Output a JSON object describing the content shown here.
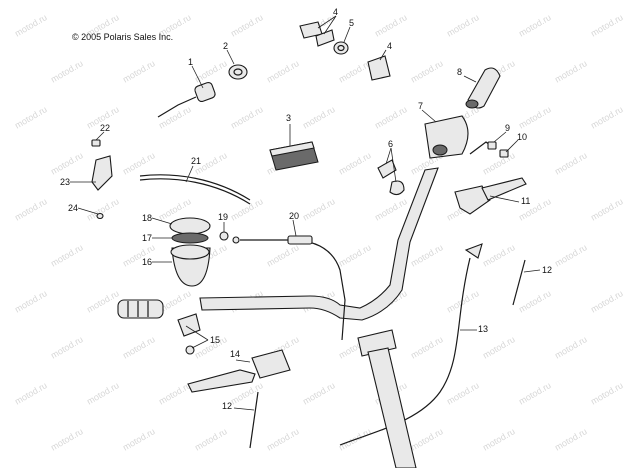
{
  "copyright": "© 2005 Polaris Sales Inc.",
  "watermark_text": "motod.ru",
  "parts": [
    {
      "id": "1",
      "label": "1"
    },
    {
      "id": "2",
      "label": "2"
    },
    {
      "id": "3",
      "label": "3"
    },
    {
      "id": "4a",
      "label": "4"
    },
    {
      "id": "4b",
      "label": "4"
    },
    {
      "id": "5",
      "label": "5"
    },
    {
      "id": "6",
      "label": "6"
    },
    {
      "id": "7",
      "label": "7"
    },
    {
      "id": "8",
      "label": "8"
    },
    {
      "id": "9",
      "label": "9"
    },
    {
      "id": "10",
      "label": "10"
    },
    {
      "id": "11",
      "label": "11"
    },
    {
      "id": "12a",
      "label": "12"
    },
    {
      "id": "12b",
      "label": "12"
    },
    {
      "id": "13",
      "label": "13"
    },
    {
      "id": "14",
      "label": "14"
    },
    {
      "id": "15",
      "label": "15"
    },
    {
      "id": "16",
      "label": "16"
    },
    {
      "id": "17",
      "label": "17"
    },
    {
      "id": "18",
      "label": "18"
    },
    {
      "id": "19",
      "label": "19"
    },
    {
      "id": "20",
      "label": "20"
    },
    {
      "id": "21",
      "label": "21"
    },
    {
      "id": "22",
      "label": "22"
    },
    {
      "id": "23",
      "label": "23"
    },
    {
      "id": "24",
      "label": "24"
    }
  ]
}
